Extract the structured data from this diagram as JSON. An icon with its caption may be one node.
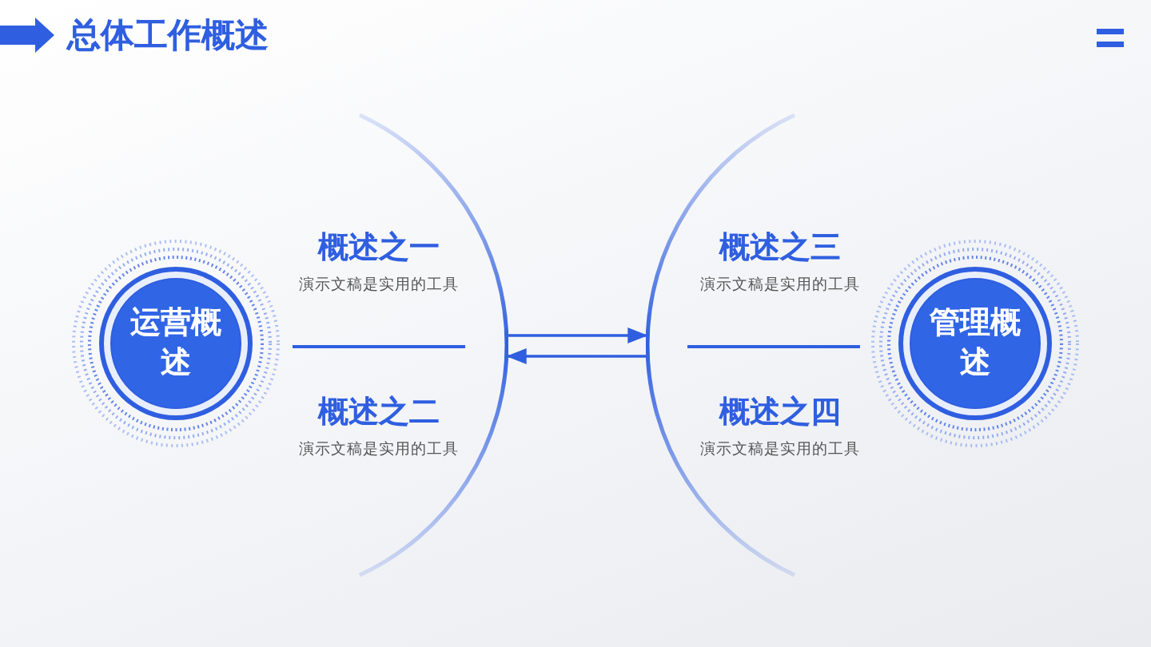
{
  "diagram": {
    "title": "总体工作概述",
    "nodes": [
      {
        "text": [
          "运营概述"
        ]
      },
      {
        "text": [],
        "shape": "arc"
      },
      {
        "text": [],
        "shape": "arc"
      },
      {
        "text": [
          "管理概述"
        ]
      }
    ],
    "edges": [
      {
        "from": 1,
        "to": 2,
        "arrow": "to"
      },
      {
        "from": 2,
        "to": 1,
        "arrow": "to"
      }
    ],
    "labels": [
      "概述之一",
      "演示文稿是实用的工具",
      "概述之三",
      "演示文稿是实用的工具",
      "概述之二",
      "演示文稿是实用的工具",
      "概述之四",
      "演示文稿是实用的工具"
    ]
  }
}
